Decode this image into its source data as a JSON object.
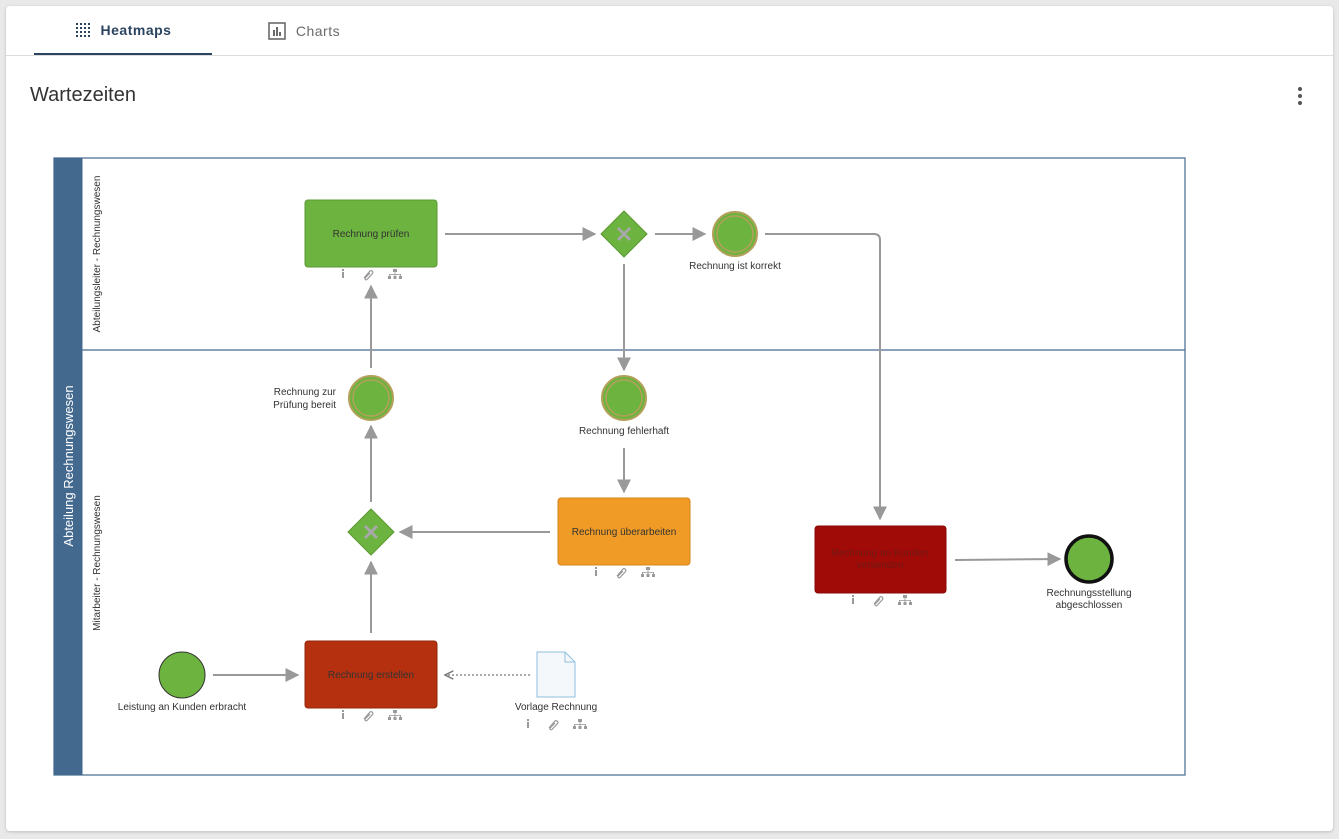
{
  "tabs": [
    {
      "label": "Heatmaps",
      "active": true
    },
    {
      "label": "Charts",
      "active": false
    }
  ],
  "page_title": "Wartezeiten",
  "diagram": {
    "pool_label": "Abteilung Rechnungswesen",
    "lanes": [
      "Abteilungsleiter - Rechnungswesen",
      "Mitarbeiter - Rechnungswesen"
    ],
    "tasks": {
      "pruefen": "Rechnung prüfen",
      "erstellen": "Rechnung erstellen",
      "ueberarbeiten": "Rechnung überarbeiten",
      "versenden_line1": "Rechnung an Kunden",
      "versenden_line2": "versenden"
    },
    "events": {
      "start": "Leistung an Kunden erbracht",
      "korrekt": "Rechnung ist korrekt",
      "bereit_line1": "Rechnung zur",
      "bereit_line2": "Prüfung bereit",
      "fehlerhaft": "Rechnung fehlerhaft",
      "end_line1": "Rechnungsstellung",
      "end_line2": "abgeschlossen"
    },
    "data_object": "Vorlage Rechnung",
    "colors": {
      "pool": "#44698f",
      "green": "#6db33f",
      "orange": "#f09b25",
      "red": "#b5300f",
      "darkred": "#a10b07",
      "arrow": "#999999"
    }
  }
}
